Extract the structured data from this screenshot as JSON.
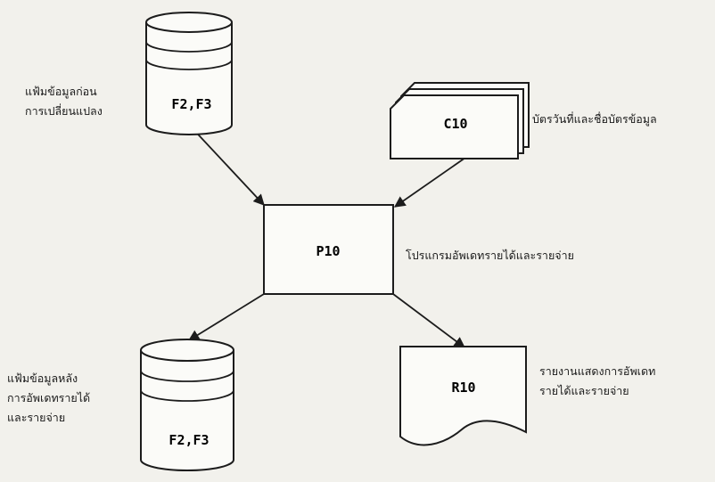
{
  "nodes": {
    "file_before": {
      "label": "F2,F3",
      "caption": [
        "แฟ้มข้อมูลก่อน",
        "การเปลี่ยนแปลง"
      ]
    },
    "card": {
      "label": "C10",
      "caption": "บัตรวันที่และชื่อบัตรข้อมูล"
    },
    "process": {
      "label": "P10",
      "caption": "โปรแกรมอัพเดทรายได้และรายจ่าย"
    },
    "file_after": {
      "label": "F2,F3",
      "caption": [
        "แฟ้มข้อมูลหลัง",
        "การอัพเดทรายได้",
        "และรายจ่าย"
      ]
    },
    "report": {
      "label": "R10",
      "caption": [
        "รายงานแสดงการอัพเดท",
        "รายได้และรายจ่าย"
      ]
    }
  },
  "edges": [
    {
      "from": "file_before",
      "to": "process"
    },
    {
      "from": "card",
      "to": "process"
    },
    {
      "from": "process",
      "to": "file_after"
    },
    {
      "from": "process",
      "to": "report"
    }
  ]
}
